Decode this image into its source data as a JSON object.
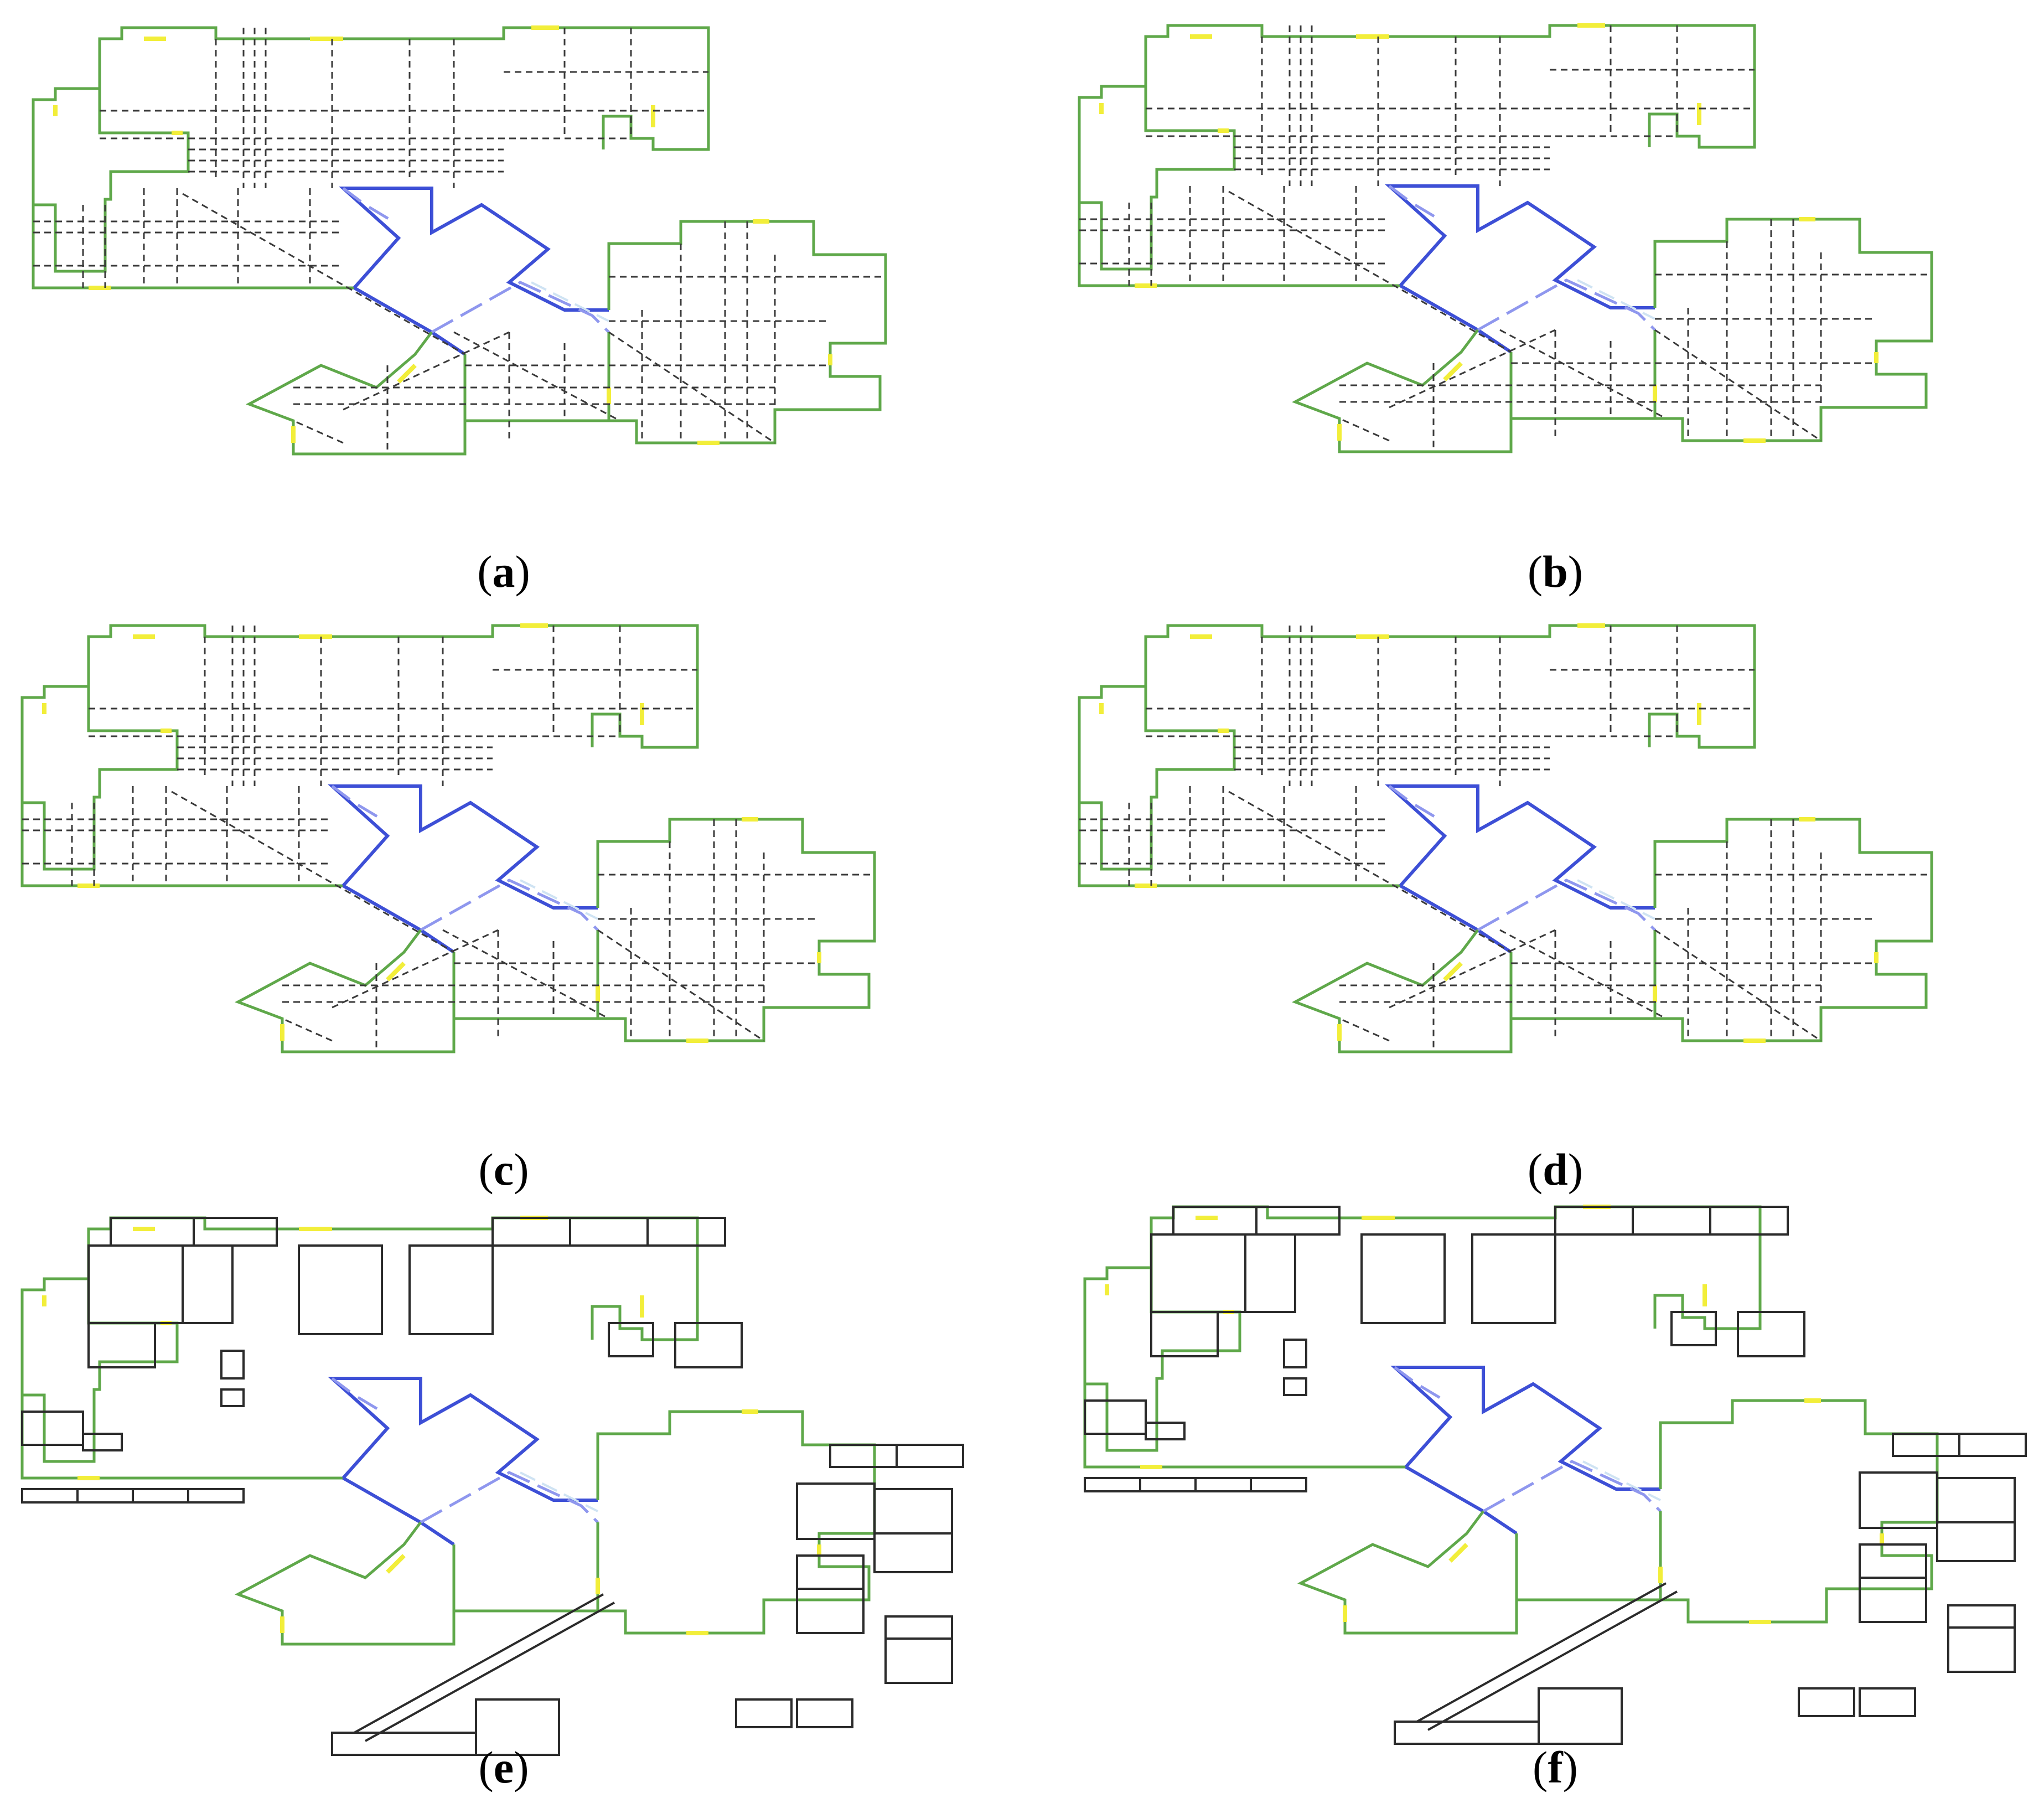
{
  "figure": {
    "panels": [
      {
        "id": "a",
        "label_open": "(",
        "letter": "a",
        "label_close": ")"
      },
      {
        "id": "b",
        "label_open": "(",
        "letter": "b",
        "label_close": ")"
      },
      {
        "id": "c",
        "label_open": "(",
        "letter": "c",
        "label_close": ")"
      },
      {
        "id": "d",
        "label_open": "(",
        "letter": "d",
        "label_close": ")"
      },
      {
        "id": "e",
        "label_open": "(",
        "letter": "e",
        "label_close": ")"
      },
      {
        "id": "f",
        "label_open": "(",
        "letter": "f",
        "label_close": ")"
      }
    ],
    "colors": {
      "wall_outline": "#5fa84a",
      "door_opening": "#f2ee3a",
      "wall_light": "#b8e86a",
      "corridor_dark": "#3d4fd6",
      "corridor_light": "#8f97ee",
      "corridor_faint": "#cfe3f3",
      "grid_dashed": "#3a3a3a",
      "room_solid": "#2b2b2b",
      "label_text": "#000000"
    }
  }
}
